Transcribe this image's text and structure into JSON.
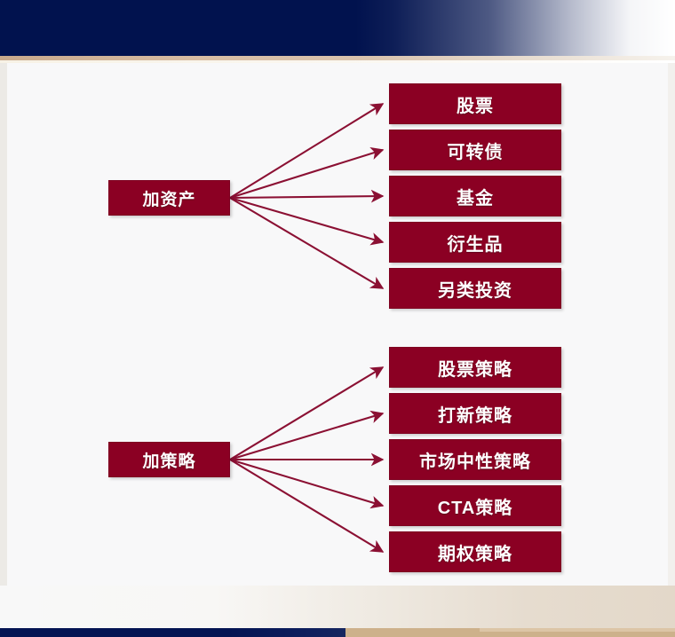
{
  "slide": {
    "background_color": "#f8f8f9",
    "banner_color": "#01124e",
    "accent_gold": "#cdb18b",
    "node_color": "#8b0023",
    "arrow_color": "#8b1033"
  },
  "groups": [
    {
      "id": "assets",
      "source": {
        "label": "加资产"
      },
      "leaves": [
        {
          "label": "股票"
        },
        {
          "label": "可转债"
        },
        {
          "label": "基金"
        },
        {
          "label": "衍生品"
        },
        {
          "label": "另类投资"
        }
      ]
    },
    {
      "id": "strategies",
      "source": {
        "label": "加策略"
      },
      "leaves": [
        {
          "label": "股票策略"
        },
        {
          "label": "打新策略"
        },
        {
          "label": "市场中性策略"
        },
        {
          "label": "CTA策略"
        },
        {
          "label": "期权策略"
        }
      ]
    }
  ]
}
